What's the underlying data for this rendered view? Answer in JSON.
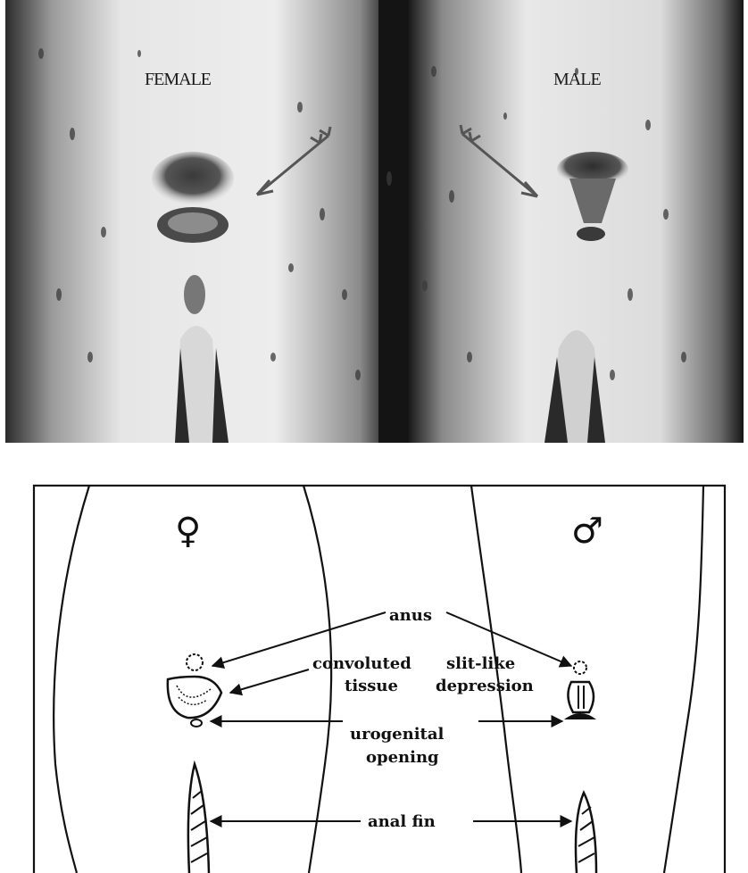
{
  "photo": {
    "female_label": "FEMALE",
    "male_label": "MALE"
  },
  "drawing": {
    "female_symbol": "♀",
    "male_symbol": "♂",
    "labels": {
      "anus": "anus",
      "convoluted_line1": "convoluted",
      "convoluted_line2": "tissue",
      "slit_line1": "slit-like",
      "slit_line2": "depression",
      "urogenital_line1": "urogenital",
      "urogenital_line2": "opening",
      "anal_fin": "anal fin"
    }
  }
}
